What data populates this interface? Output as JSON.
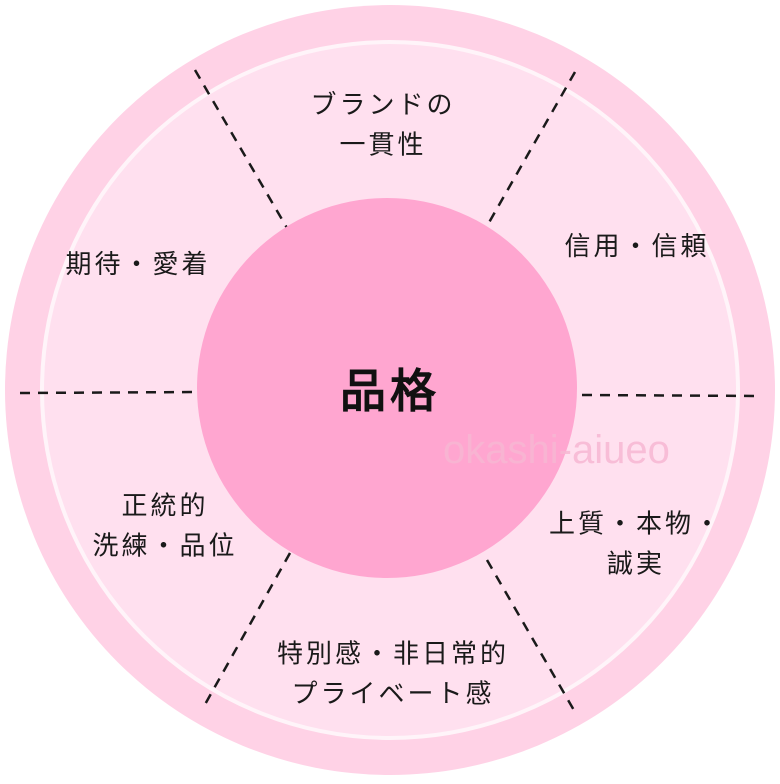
{
  "center": {
    "title": "品格"
  },
  "segments": [
    {
      "lines": [
        "ブランドの",
        "一貫性"
      ]
    },
    {
      "lines": [
        "信用・信頼"
      ]
    },
    {
      "lines": [
        "上質・本物・",
        "誠実"
      ]
    },
    {
      "lines": [
        "特別感・非日常的",
        "プライベート感"
      ]
    },
    {
      "lines": [
        "正統的",
        "洗練・品位"
      ]
    },
    {
      "lines": [
        "期待・愛着"
      ]
    }
  ],
  "watermark": "okashi-aiueo",
  "colors": {
    "outer_ring": "#ffd2e6",
    "inner_fill": "#ffe0ef",
    "ring_line": "#fff4f9",
    "center_circle": "#ffa6d0",
    "divider": "#1a1a1a",
    "text": "#1a1a1a",
    "watermark": "#f7b7d3"
  }
}
